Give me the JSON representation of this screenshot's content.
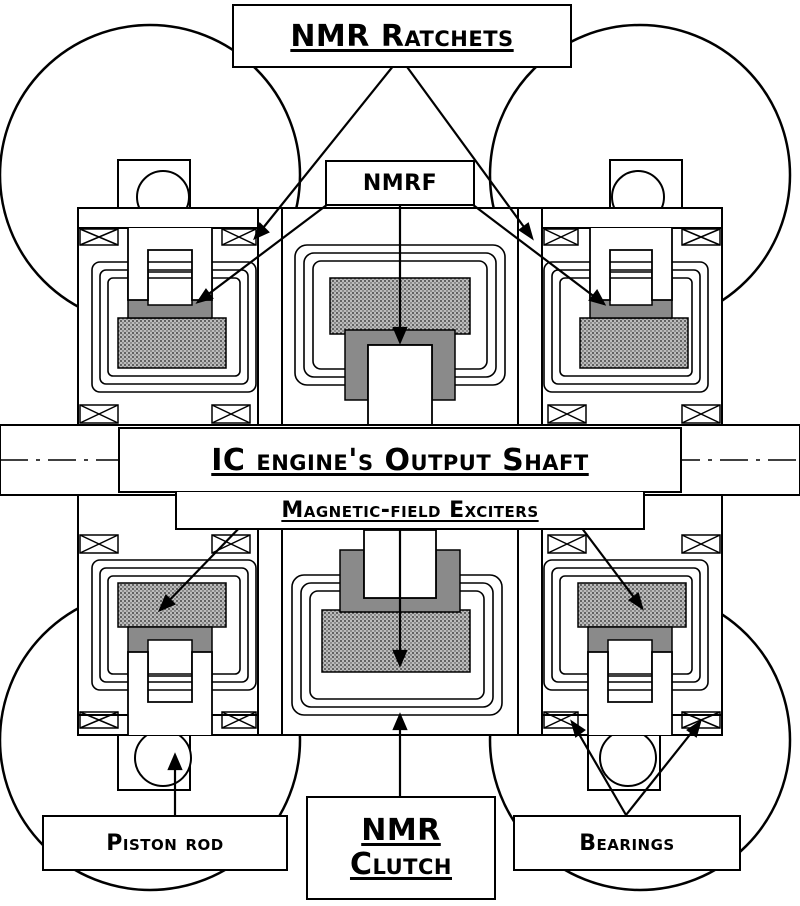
{
  "labels": {
    "nmr_ratchets": "NMR Ratchets",
    "nmrf": "NMRF",
    "output_shaft": "IC engine's Output Shaft",
    "field_exciters": "Magnetic-field Exciters",
    "piston_rod": "Piston rod",
    "nmr_clutch_line1": "NMR",
    "nmr_clutch_line2": "Clutch",
    "bearings": "Bearings"
  }
}
